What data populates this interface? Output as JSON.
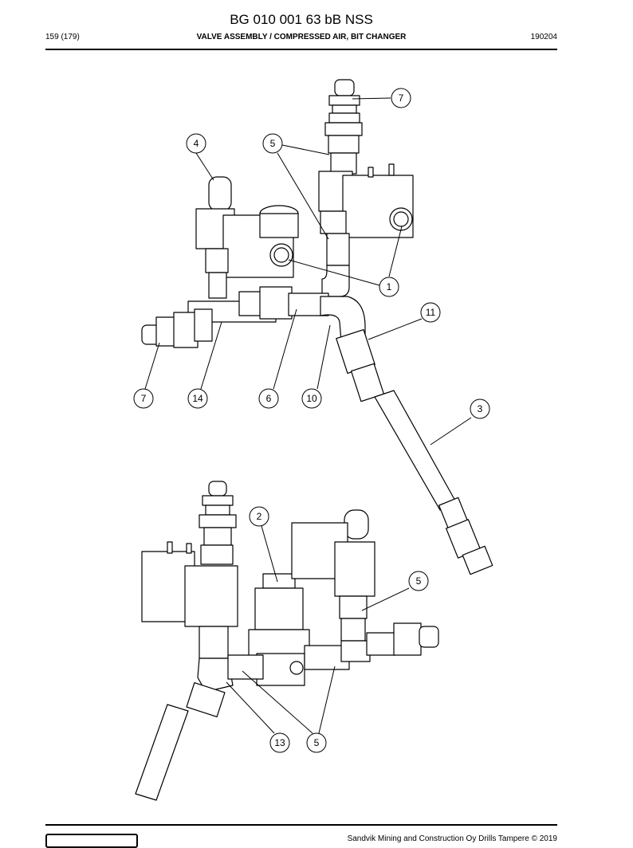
{
  "header": {
    "title": "BG 010 001 63 bB NSS",
    "page": "159 (179)",
    "section": "VALVE ASSEMBLY / COMPRESSED AIR, BIT CHANGER",
    "date": "190204"
  },
  "callouts": [
    "7",
    "4",
    "5",
    "1",
    "11",
    "7",
    "14",
    "6",
    "10",
    "3",
    "2",
    "5",
    "13",
    "5"
  ],
  "footer": {
    "copyright": "Sandvik Mining and Construction Oy Drills Tampere © 2019"
  }
}
